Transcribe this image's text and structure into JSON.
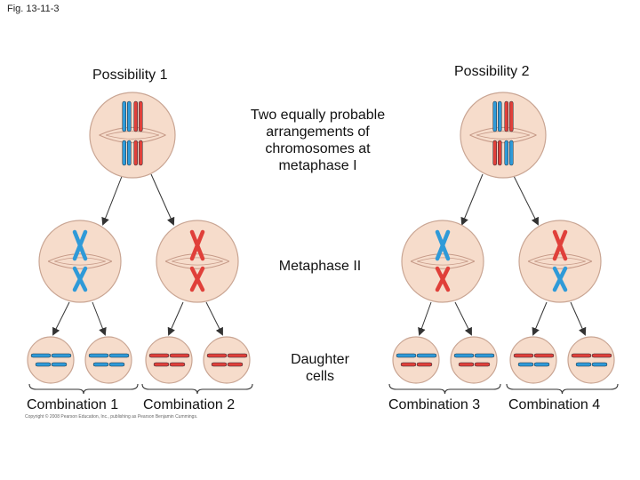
{
  "figure_label": "Fig. 13-11-3",
  "possibility_1": "Possibility 1",
  "possibility_2": "Possibility 2",
  "metaphase_i_caption": [
    "Two equally probable",
    "arrangements of",
    "chromosomes at",
    "metaphase I"
  ],
  "metaphase_ii_label": "Metaphase II",
  "daughter_cells_label": [
    "Daughter",
    "cells"
  ],
  "combinations": [
    "Combination 1",
    "Combination 2",
    "Combination 3",
    "Combination 4"
  ],
  "copyright": "Copyright © 2008 Pearson Education, Inc., publishing as Pearson Benjamin Cummings.",
  "colors": {
    "cell_fill": "#f6dccb",
    "cell_stroke": "#c9a593",
    "spindle": "#c69a88",
    "chromosome_blue": "#2f9ad8",
    "chromosome_red": "#e0403a",
    "arrow": "#333333"
  }
}
